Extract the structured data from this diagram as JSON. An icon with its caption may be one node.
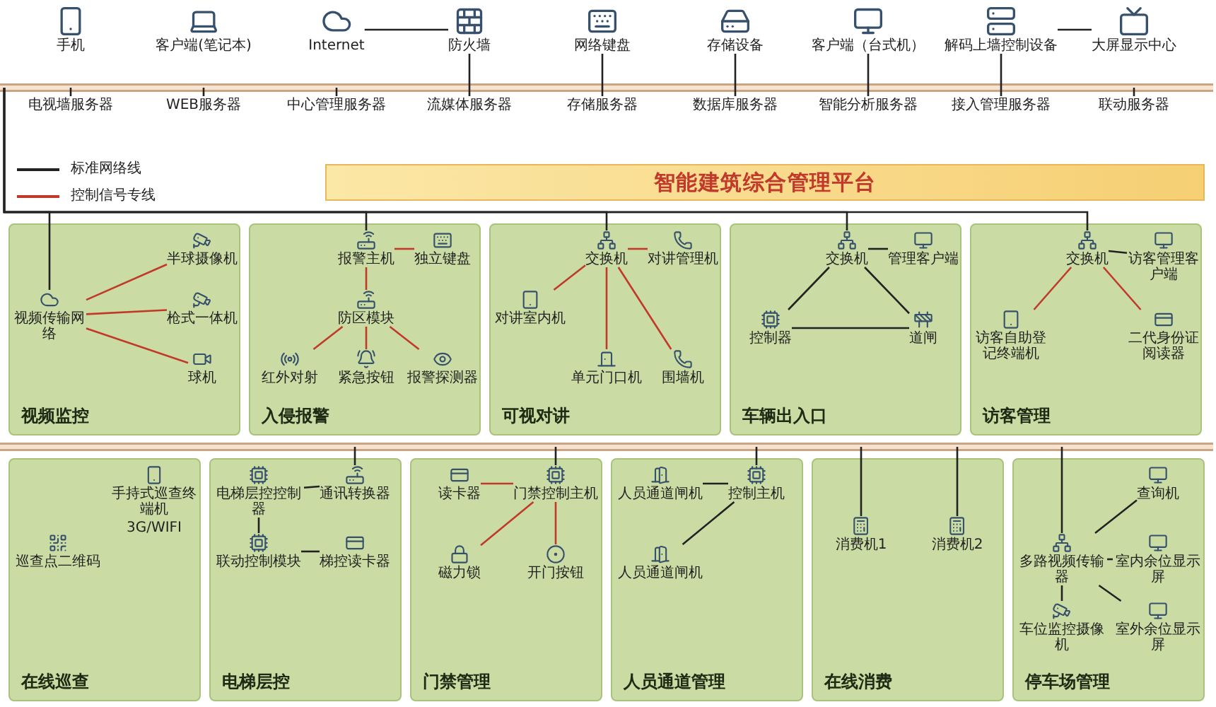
{
  "diagram": {
    "nodes": [
      {
        "text": [
          "手机"
        ]
      },
      {
        "text": [
          "客户端(笔记本)"
        ]
      },
      {
        "text": [
          "Internet"
        ]
      },
      {
        "text": [
          "防火墙"
        ]
      },
      {
        "text": [
          "网络键盘"
        ]
      },
      {
        "text": [
          "存储设备"
        ]
      },
      {
        "text": [
          "客户端（台式机）"
        ]
      },
      {
        "text": [
          "解码上墙控制设备"
        ]
      },
      {
        "text": [
          "大屏显示中心"
        ]
      },
      {
        "text": [
          "电视墙服务器"
        ]
      },
      {
        "text": [
          "WEB服务器"
        ]
      },
      {
        "text": [
          "中心管理服务器"
        ]
      },
      {
        "text": [
          "流媒体服务器"
        ]
      },
      {
        "text": [
          "存储服务器"
        ]
      },
      {
        "text": [
          "数据库服务器"
        ]
      },
      {
        "text": [
          "智能分析服务器"
        ]
      },
      {
        "text": [
          "接入管理服务器"
        ]
      },
      {
        "text": [
          "联动服务器"
        ]
      },
      {
        "text": [
          "智能建筑综合管理平台"
        ]
      },
      {
        "text": [],
        "shape": "bar"
      },
      {
        "text": [],
        "shape": "bar"
      },
      {
        "text": [
          "视频监控"
        ]
      },
      {
        "text": [
          "视频传输网络"
        ],
        "in": 21
      },
      {
        "text": [
          "半球摄像机"
        ],
        "in": 21
      },
      {
        "text": [
          "枪式一体机"
        ],
        "in": 21
      },
      {
        "text": [
          "球机"
        ],
        "in": 21
      },
      {
        "text": [
          "入侵报警"
        ]
      },
      {
        "text": [
          "报警主机"
        ],
        "in": 26
      },
      {
        "text": [
          "独立键盘"
        ],
        "in": 26
      },
      {
        "text": [
          "防区模块"
        ],
        "in": 26
      },
      {
        "text": [
          "红外对射"
        ],
        "in": 26
      },
      {
        "text": [
          "紧急按钮"
        ],
        "in": 26
      },
      {
        "text": [
          "报警探测器"
        ],
        "in": 26
      },
      {
        "text": [
          "可视对讲"
        ]
      },
      {
        "text": [
          "交换机"
        ],
        "in": 33
      },
      {
        "text": [
          "对讲管理机"
        ],
        "in": 33
      },
      {
        "text": [
          "对讲室内机"
        ],
        "in": 33
      },
      {
        "text": [
          "单元门口机"
        ],
        "in": 33
      },
      {
        "text": [
          "围墙机"
        ],
        "in": 33
      },
      {
        "text": [
          "车辆出入口"
        ]
      },
      {
        "text": [
          "交换机"
        ],
        "in": 39
      },
      {
        "text": [
          "管理客户端"
        ],
        "in": 39
      },
      {
        "text": [
          "控制器"
        ],
        "in": 39
      },
      {
        "text": [
          "道闸"
        ],
        "in": 39
      },
      {
        "text": [
          "访客管理"
        ]
      },
      {
        "text": [
          "交换机"
        ],
        "in": 44
      },
      {
        "text": [
          "访客管理客户端"
        ],
        "in": 44
      },
      {
        "text": [
          "访客自助登记终端机"
        ],
        "in": 44
      },
      {
        "text": [
          "二代身份证阅读器"
        ],
        "in": 44
      },
      {
        "text": [
          "在线巡查"
        ]
      },
      {
        "text": [
          "手持式巡查终端机"
        ],
        "in": 49,
        "beside": [
          "3G/WIFI"
        ]
      },
      {
        "text": [
          "巡查点二维码"
        ],
        "in": 49
      },
      {
        "text": [
          "电梯层控"
        ]
      },
      {
        "text": [
          "通讯转换器"
        ],
        "in": 52
      },
      {
        "text": [
          "电梯层控控制器"
        ],
        "in": 52
      },
      {
        "text": [
          "联动控制模块"
        ],
        "in": 52
      },
      {
        "text": [
          "梯控读卡器"
        ],
        "in": 52
      },
      {
        "text": [
          "门禁管理"
        ]
      },
      {
        "text": [
          "门禁控制主机"
        ],
        "in": 57
      },
      {
        "text": [
          "读卡器"
        ],
        "in": 57
      },
      {
        "text": [
          "磁力锁"
        ],
        "in": 57
      },
      {
        "text": [
          "开门按钮"
        ],
        "in": 57
      },
      {
        "text": [
          "人员通道管理"
        ]
      },
      {
        "text": [
          "控制主机"
        ],
        "in": 62
      },
      {
        "text": [
          "人员通道闸机"
        ],
        "in": 62
      },
      {
        "text": [
          "人员通道闸机"
        ],
        "in": 62
      },
      {
        "text": [
          "在线消费"
        ]
      },
      {
        "text": [
          "消费机1"
        ],
        "in": 66
      },
      {
        "text": [
          "消费机2"
        ],
        "in": 66
      },
      {
        "text": [
          "停车场管理"
        ]
      },
      {
        "text": [
          "多路视频传输器"
        ],
        "in": 69
      },
      {
        "text": [
          "查询机"
        ],
        "in": 69
      },
      {
        "text": [
          "室内余位显示屏"
        ],
        "in": 69
      },
      {
        "text": [
          "室外余位显示屏"
        ],
        "in": 69
      },
      {
        "text": [
          "车位监控摄像机"
        ],
        "in": 69
      }
    ],
    "edges": [
      {
        "from": 2,
        "to": 3,
        "arrow": "none"
      },
      {
        "from": 3,
        "to": 19,
        "arrow": "none"
      },
      {
        "from": 4,
        "to": 19,
        "arrow": "none"
      },
      {
        "from": 5,
        "to": 19,
        "arrow": "none"
      },
      {
        "from": 6,
        "to": 19,
        "arrow": "none"
      },
      {
        "from": 7,
        "to": 19,
        "arrow": "none"
      },
      {
        "from": 7,
        "to": 8,
        "arrow": "none"
      },
      {
        "from": 9,
        "to": 19,
        "arrow": "none"
      },
      {
        "from": 10,
        "to": 19,
        "arrow": "none"
      },
      {
        "from": 11,
        "to": 19,
        "arrow": "none"
      },
      {
        "from": 12,
        "to": 19,
        "arrow": "none"
      },
      {
        "from": 13,
        "to": 19,
        "arrow": "none"
      },
      {
        "from": 14,
        "to": 19,
        "arrow": "none"
      },
      {
        "from": 15,
        "to": 19,
        "arrow": "none"
      },
      {
        "from": 16,
        "to": 19,
        "arrow": "none"
      },
      {
        "from": 17,
        "to": 19,
        "arrow": "none"
      },
      {
        "from": 22,
        "to": 19,
        "arrow": "none"
      },
      {
        "from": 22,
        "to": 23,
        "arrow": "none",
        "color": "#c0392b"
      },
      {
        "from": 22,
        "to": 24,
        "arrow": "none",
        "color": "#c0392b"
      },
      {
        "from": 22,
        "to": 25,
        "arrow": "none",
        "color": "#c0392b"
      },
      {
        "from": 27,
        "to": 19,
        "arrow": "none"
      },
      {
        "from": 27,
        "to": 28,
        "arrow": "none",
        "color": "#c0392b"
      },
      {
        "from": 27,
        "to": 29,
        "arrow": "none",
        "color": "#c0392b"
      },
      {
        "from": 29,
        "to": 30,
        "arrow": "none",
        "color": "#c0392b"
      },
      {
        "from": 29,
        "to": 31,
        "arrow": "none",
        "color": "#c0392b"
      },
      {
        "from": 29,
        "to": 32,
        "arrow": "none",
        "color": "#c0392b"
      },
      {
        "from": 34,
        "to": 19,
        "arrow": "none"
      },
      {
        "from": 34,
        "to": 35,
        "arrow": "none",
        "color": "#c0392b"
      },
      {
        "from": 34,
        "to": 36,
        "arrow": "none",
        "color": "#c0392b"
      },
      {
        "from": 34,
        "to": 37,
        "arrow": "none",
        "color": "#c0392b"
      },
      {
        "from": 34,
        "to": 38,
        "arrow": "none",
        "color": "#c0392b"
      },
      {
        "from": 40,
        "to": 19,
        "arrow": "none"
      },
      {
        "from": 40,
        "to": 41,
        "arrow": "none"
      },
      {
        "from": 40,
        "to": 42,
        "arrow": "none"
      },
      {
        "from": 40,
        "to": 43,
        "arrow": "none"
      },
      {
        "from": 42,
        "to": 43,
        "arrow": "none"
      },
      {
        "from": 45,
        "to": 19,
        "arrow": "none"
      },
      {
        "from": 45,
        "to": 46,
        "arrow": "none"
      },
      {
        "from": 45,
        "to": 47,
        "arrow": "none",
        "color": "#c0392b"
      },
      {
        "from": 45,
        "to": 48,
        "arrow": "none",
        "color": "#c0392b"
      },
      {
        "from": 53,
        "to": 20,
        "arrow": "none"
      },
      {
        "from": 53,
        "to": 54,
        "arrow": "none"
      },
      {
        "from": 54,
        "to": 55,
        "arrow": "none"
      },
      {
        "from": 55,
        "to": 56,
        "arrow": "none"
      },
      {
        "from": 58,
        "to": 20,
        "arrow": "none"
      },
      {
        "from": 58,
        "to": 59,
        "arrow": "none",
        "color": "#c0392b"
      },
      {
        "from": 58,
        "to": 60,
        "arrow": "none",
        "color": "#c0392b"
      },
      {
        "from": 58,
        "to": 61,
        "arrow": "none",
        "color": "#c0392b"
      },
      {
        "from": 63,
        "to": 20,
        "arrow": "none"
      },
      {
        "from": 63,
        "to": 64,
        "arrow": "none"
      },
      {
        "from": 63,
        "to": 65,
        "arrow": "none"
      },
      {
        "from": 67,
        "to": 20,
        "arrow": "none"
      },
      {
        "from": 68,
        "to": 20,
        "arrow": "none"
      },
      {
        "from": 70,
        "to": 20,
        "arrow": "none"
      },
      {
        "from": 70,
        "to": 71,
        "arrow": "none"
      },
      {
        "from": 70,
        "to": 72,
        "arrow": "none"
      },
      {
        "from": 70,
        "to": 73,
        "arrow": "none"
      },
      {
        "from": 70,
        "to": 74,
        "arrow": "none"
      }
    ],
    "legend": [
      {
        "text": "标准网络线"
      },
      {
        "text": "控制信号专线"
      }
    ]
  }
}
